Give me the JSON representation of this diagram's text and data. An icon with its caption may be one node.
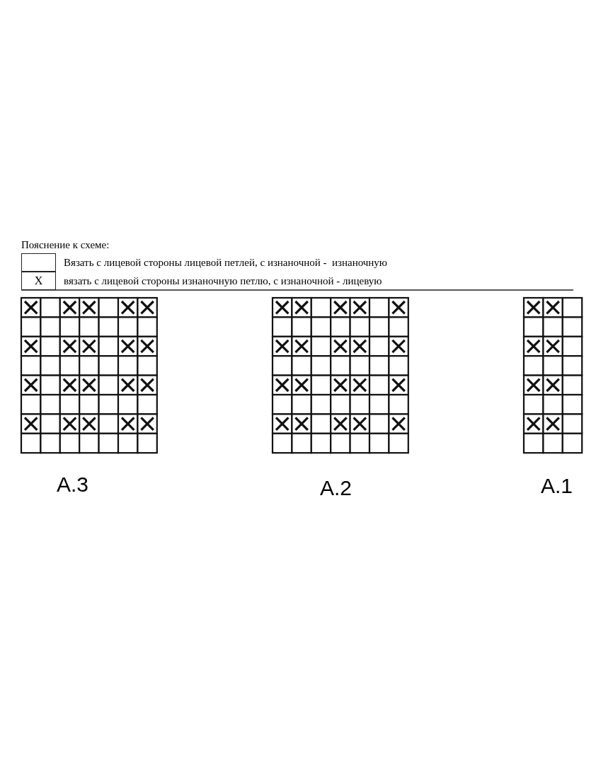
{
  "diagram": {
    "title": "Пояснение к схеме:",
    "legend": [
      {
        "text": "Вязать с лицевой стороны лицевой петлей, с изнаночной -  изнаночную"
      },
      {
        "text": "вязать с лицевой стороны изнаночную петлю, с изнаночной - лицевую"
      }
    ],
    "labels": [
      "X",
      "A.3",
      "A.2",
      "A.1"
    ]
  }
}
